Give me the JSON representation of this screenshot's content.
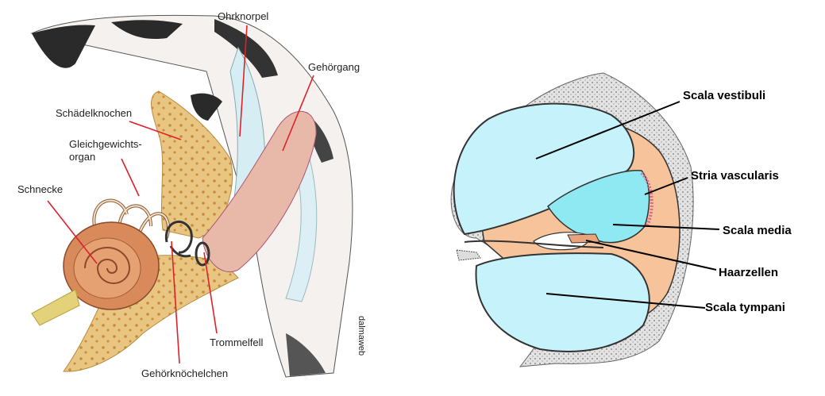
{
  "left_diagram": {
    "labels": {
      "ohrknorpel": "Ohrknorpel",
      "gehoergang": "Gehörgang",
      "schaedelknochen": "Schädelknochen",
      "gleich1": "Gleichgewichts-",
      "gleich2": "organ",
      "schnecke": "Schnecke",
      "trommelfell": "Trommelfell",
      "gehoerknoechelchen": "Gehörknöchelchen"
    },
    "watermark": "dalmaweb",
    "colors": {
      "leader": "#e0202a",
      "bone": "#e6c27a",
      "cochlea": "#d98a5a",
      "canal": "#e8b8a8"
    }
  },
  "right_diagram": {
    "labels": {
      "scala_vestibuli": "Scala vestibuli",
      "stria_vascularis": "Stria vascularis",
      "scala_media": "Scala media",
      "haarzellen": "Haarzellen",
      "scala_tympani": "Scala tympani"
    },
    "colors": {
      "fluid": "#c6f2fb",
      "media": "#8fe9f2",
      "tissue": "#f7c39a",
      "bone": "#c8c8c8"
    }
  }
}
